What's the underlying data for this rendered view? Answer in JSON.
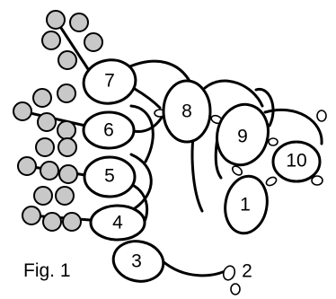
{
  "figure": {
    "caption": "Fig. 1",
    "rings": [
      {
        "id": "ring-1",
        "label": "1"
      },
      {
        "id": "ring-2",
        "label": "2"
      },
      {
        "id": "ring-3",
        "label": "3"
      },
      {
        "id": "ring-4",
        "label": "4"
      },
      {
        "id": "ring-5",
        "label": "5"
      },
      {
        "id": "ring-6",
        "label": "6"
      },
      {
        "id": "ring-7",
        "label": "7"
      },
      {
        "id": "ring-8",
        "label": "8"
      },
      {
        "id": "ring-9",
        "label": "9"
      },
      {
        "id": "ring-10",
        "label": "10"
      }
    ]
  }
}
